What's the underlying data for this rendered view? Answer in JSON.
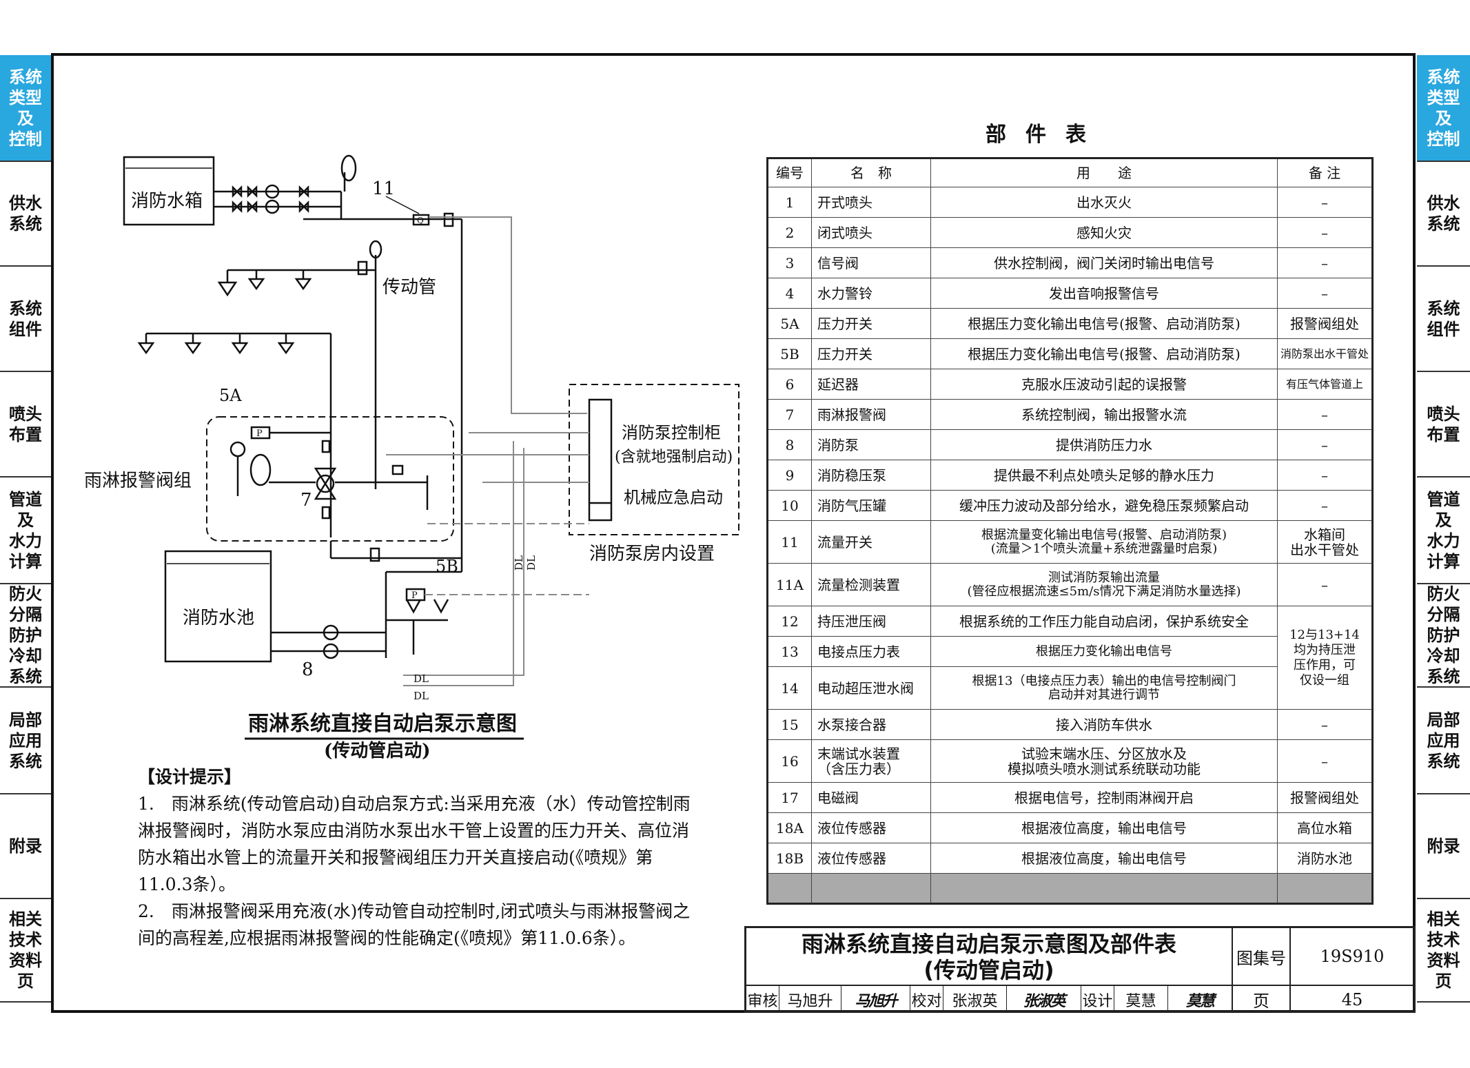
{
  "sidebar": {
    "active": "系统类型及控制",
    "tabs": [
      {
        "lines": [
          "系统",
          "类型",
          "及",
          "控制"
        ]
      },
      {
        "lines": [
          "供水",
          "系统"
        ]
      },
      {
        "lines": [
          "系统",
          "组件"
        ]
      },
      {
        "lines": [
          "喷头",
          "布置"
        ]
      },
      {
        "lines": [
          "管道",
          "及",
          "水力",
          "计算"
        ]
      },
      {
        "lines": [
          "防火",
          "分隔",
          "防护",
          "冷却",
          "系统"
        ]
      },
      {
        "lines": [
          "局部",
          "应用",
          "系统"
        ]
      },
      {
        "lines": [
          "附录"
        ]
      },
      {
        "lines": [
          "相关",
          "技术",
          "资料",
          "页"
        ]
      }
    ]
  },
  "diagram": {
    "tank": "消防水箱",
    "pool": "消防水池",
    "transmission_pipe": "传动管",
    "valve_group": "雨淋报警阀组",
    "cabinet": "消防泵控制柜",
    "cabinet_sub": "(含就地强制启动)",
    "mechanical": "机械应急启动",
    "pump_room": "消防泵房内设置",
    "num_11": "11",
    "num_5a": "5A",
    "num_5b": "5B",
    "num_7": "7",
    "num_8": "8",
    "p_symbol": "P",
    "q_symbol": "Q",
    "dl": "DL",
    "title": "雨淋系统直接自动启泵示意图",
    "subtitle": "(传动管启动)"
  },
  "parts_table": {
    "title": "部件表",
    "headers": [
      "编号",
      "名　称",
      "用　　途",
      "备 注"
    ],
    "rows": [
      [
        "1",
        "开式喷头",
        "出水灭火",
        "–"
      ],
      [
        "2",
        "闭式喷头",
        "感知火灾",
        "–"
      ],
      [
        "3",
        "信号阀",
        "供水控制阀，阀门关闭时输出电信号",
        "–"
      ],
      [
        "4",
        "水力警铃",
        "发出音响报警信号",
        "–"
      ],
      [
        "5A",
        "压力开关",
        "根据压力变化输出电信号(报警、启动消防泵)",
        "报警阀组处"
      ],
      [
        "5B",
        "压力开关",
        "根据压力变化输出电信号(报警、启动消防泵)",
        "消防泵出水干管处"
      ],
      [
        "6",
        "延迟器",
        "克服水压波动引起的误报警",
        "有压气体管道上"
      ],
      [
        "7",
        "雨淋报警阀",
        "系统控制阀，输出报警水流",
        "–"
      ],
      [
        "8",
        "消防泵",
        "提供消防压力水",
        "–"
      ],
      [
        "9",
        "消防稳压泵",
        "提供最不利点处喷头足够的静水压力",
        "–"
      ],
      [
        "10",
        "消防气压罐",
        "缓冲压力波动及部分给水，避免稳压泵频繁启动",
        "–"
      ],
      [
        "11",
        "流量开关",
        "根据流量变化输出电信号(报警、启动消防泵)\n(流量＞1个喷头流量+系统泄露量时启泵)",
        "水箱间\n出水干管处"
      ],
      [
        "11A",
        "流量检测装置",
        "测试消防泵输出流量\n(管径应根据流速≤5m/s情况下满足消防水量选择)",
        "–"
      ],
      [
        "12",
        "持压泄压阀",
        "根据系统的工作压力能自动启闭，保护系统安全",
        "12与13+14\n均为持压泄\n压作用，可\n仅设一组"
      ],
      [
        "13",
        "电接点压力表",
        "根据压力变化输出电信号",
        ""
      ],
      [
        "14",
        "电动超压泄水阀",
        "根据13（电接点压力表）输出的电信号控制阀门\n启动并对其进行调节",
        ""
      ],
      [
        "15",
        "水泵接合器",
        "接入消防车供水",
        "–"
      ],
      [
        "16",
        "末端试水装置\n（含压力表）",
        "试验末端水压、分区放水及\n模拟喷头喷水测试系统联动功能",
        "–"
      ],
      [
        "17",
        "电磁阀",
        "根据电信号，控制雨淋阀开启",
        "报警阀组处"
      ],
      [
        "18A",
        "液位传感器",
        "根据液位高度，输出电信号",
        "高位水箱"
      ],
      [
        "18B",
        "液位传感器",
        "根据液位高度，输出电信号",
        "消防水池"
      ]
    ]
  },
  "notes": {
    "heading": "【设计提示】",
    "items": [
      "1.　雨淋系统(传动管启动)自动启泵方式:当采用充液（水）传动管控制雨淋报警阀时，消防水泵应由消防水泵出水干管上设置的压力开关、高位消防水箱出水管上的流量开关和报警阀组压力开关直接启动(《喷规》第11.0.3条）。",
      "2.　雨淋报警阀采用充液(水)传动管自动控制时,闭式喷头与雨淋报警阀之间的高程差,应根据雨淋报警阀的性能确定(《喷规》第11.0.6条）。"
    ]
  },
  "title_block": {
    "title_line1": "雨淋系统直接自动启泵示意图及部件表",
    "title_line2": "(传动管启动)",
    "atlas_label": "图集号",
    "atlas_no": "19S910",
    "page_label": "页",
    "page_no": "45",
    "review_label": "审核",
    "reviewer": "马旭升",
    "reviewer_sig": "马旭升",
    "check_label": "校对",
    "checker": "张淑英",
    "checker_sig": "张淑英",
    "design_label": "设计",
    "designer": "莫慧",
    "designer_sig": "莫慧"
  }
}
